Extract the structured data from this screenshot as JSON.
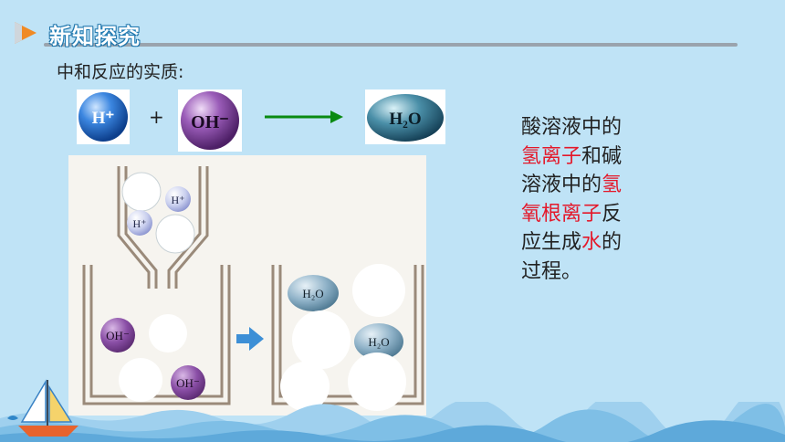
{
  "header": {
    "title": "新知探究"
  },
  "subtitle": "中和反应的实质:",
  "equation": {
    "left_ion": "H⁺",
    "plus": "+",
    "right_ion": "OH⁻",
    "product": "H₂O"
  },
  "diagram": {
    "dropper_ions": [
      "H⁺",
      "H⁺"
    ],
    "beaker_left_ions": [
      "OH⁻",
      "OH⁻"
    ],
    "beaker_right_ions": [
      "H₂O",
      "H₂O"
    ]
  },
  "explanation": {
    "line1": "酸溶液中的",
    "line2_red": "氢离子",
    "line2_rest": "和碱",
    "line3_rest": "溶液中的",
    "line3_red": "氢",
    "line4_red": "氧根离子",
    "line4_rest": "反",
    "line5_a": "应生成",
    "line5_red": "水",
    "line5_b": "的",
    "line6": "过程。"
  },
  "colors": {
    "background": "#bfe3f6",
    "accent_red": "#e4182a",
    "arrow_green": "#0a8a12",
    "ion_blue": "#1f63c4",
    "ion_purple": "#7a3e96",
    "water_teal": "#2f6f88"
  }
}
